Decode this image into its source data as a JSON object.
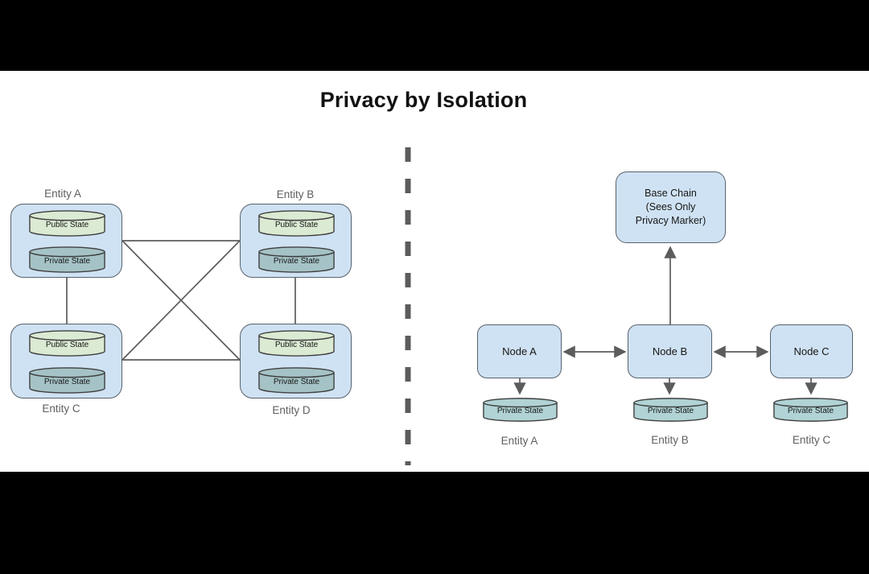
{
  "title": "Privacy by Isolation",
  "colors": {
    "background": "#ffffff",
    "letterbox": "#000000",
    "title_text": "#111111",
    "box_fill": "#cfe2f3",
    "box_border": "#57616d",
    "public_fill": "#dbead3",
    "private_fill_left": "#a5c3c6",
    "private_fill_right": "#b1d3d5",
    "cylinder_border": "#3f3f3f",
    "line": "#5c5c5c",
    "label_gray": "#5f5f5f",
    "dark_text": "#161616"
  },
  "left": {
    "entities": [
      {
        "label": "Entity A",
        "public": "Public State",
        "private": "Private State"
      },
      {
        "label": "Entity B",
        "public": "Public State",
        "private": "Private State"
      },
      {
        "label": "Entity C",
        "public": "Public State",
        "private": "Private State"
      },
      {
        "label": "Entity D",
        "public": "Public State",
        "private": "Private State"
      }
    ]
  },
  "right": {
    "base_chain_label": "Base Chain\n(Sees Only\nPrivacy Marker)",
    "nodes": [
      {
        "label": "Node A"
      },
      {
        "label": "Node B"
      },
      {
        "label": "Node C"
      }
    ],
    "stores": [
      {
        "cylinder": "Private State",
        "entity": "Entity A"
      },
      {
        "cylinder": "Private State",
        "entity": "Entity B"
      },
      {
        "cylinder": "Private State",
        "entity": "Entity C"
      }
    ]
  }
}
